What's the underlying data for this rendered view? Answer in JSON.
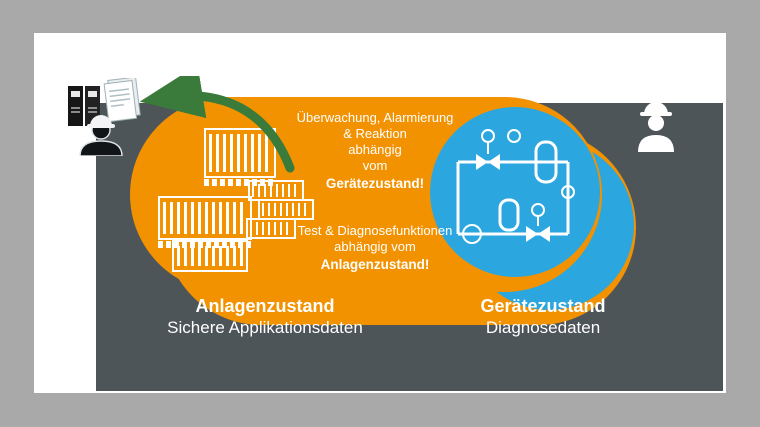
{
  "colors": {
    "frame_gray": "#a9a9a9",
    "card_white": "#ffffff",
    "panel_dark": "#4d5559",
    "orange": "#f39200",
    "blue": "#2ba6df",
    "arrow_green": "#3a7a3a",
    "text_white": "#ffffff"
  },
  "orange_panel": {
    "message1_lines": [
      "Überwachung, Alarmierung",
      "& Reaktion",
      "abhängig",
      "vom"
    ],
    "message1_bold": "Gerätezustand!",
    "message2_lines": [
      "Test & Diagnosefunktionen",
      "abhängig vom"
    ],
    "message2_bold": "Anlagenzustand!"
  },
  "labels": {
    "left_title": "Anlagenzustand",
    "left_subtitle": "Sichere Applikationsdaten",
    "right_title": "Gerätezustand",
    "right_subtitle": "Diagnosedaten"
  },
  "icons": {
    "left_worker": "worker-silhouette-icon",
    "right_worker": "worker-with-hardhat-icon",
    "binders": "ring-binders-icon",
    "documents": "documents-stack-icon",
    "arrow": "curved-green-arrow-icon",
    "plc": "plc-modules-icon",
    "pid": "process-diagram-icon"
  }
}
